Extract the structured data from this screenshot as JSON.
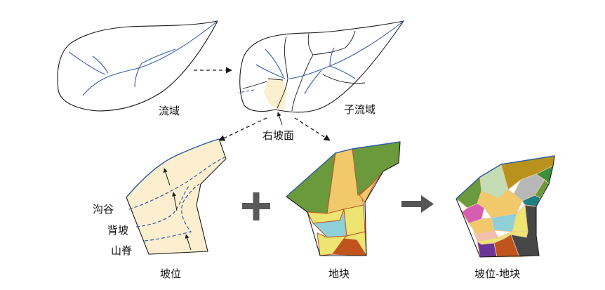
{
  "labels": {
    "watershed": "流域",
    "sub_watershed": "子流域",
    "right_slope": "右坡面",
    "gully": "沟谷",
    "back_slope": "背坡",
    "ridge": "山脊",
    "slope_position": "坡位",
    "land_parcel": "地块",
    "slope_parcel": "坡位-地块"
  },
  "colors": {
    "outline": "#1a1a1a",
    "stream": "#2f5fa8",
    "slope_fill": "#fbefcf",
    "arrow_gray": "#555555",
    "plus_gray": "#5a5a5a",
    "parcel_green": "#6a9a3c",
    "parcel_orange": "#f2c96a",
    "parcel_yellow": "#eee471",
    "parcel_cyan": "#8fd0d8",
    "parcel_brown": "#c0541c",
    "combo_olive": "#b8921c",
    "combo_lightgreen": "#c5ddb5",
    "combo_gray": "#b7b7b7",
    "combo_darkgreen": "#3c8f3a",
    "combo_teal": "#1e7f86",
    "combo_magenta": "#d65eb2",
    "combo_pink": "#f2bfb0",
    "combo_purple": "#6b3597",
    "combo_dark": "#474747"
  },
  "icons": {
    "arrow_watershed_to_sub": "dashed-arrow-right-icon",
    "arrow_to_slope": "dashed-arrow-down-left-icon",
    "arrow_to_parcel": "dashed-arrow-down-right-icon",
    "plus": "plus-icon",
    "arrow_combine": "arrow-right-icon"
  }
}
